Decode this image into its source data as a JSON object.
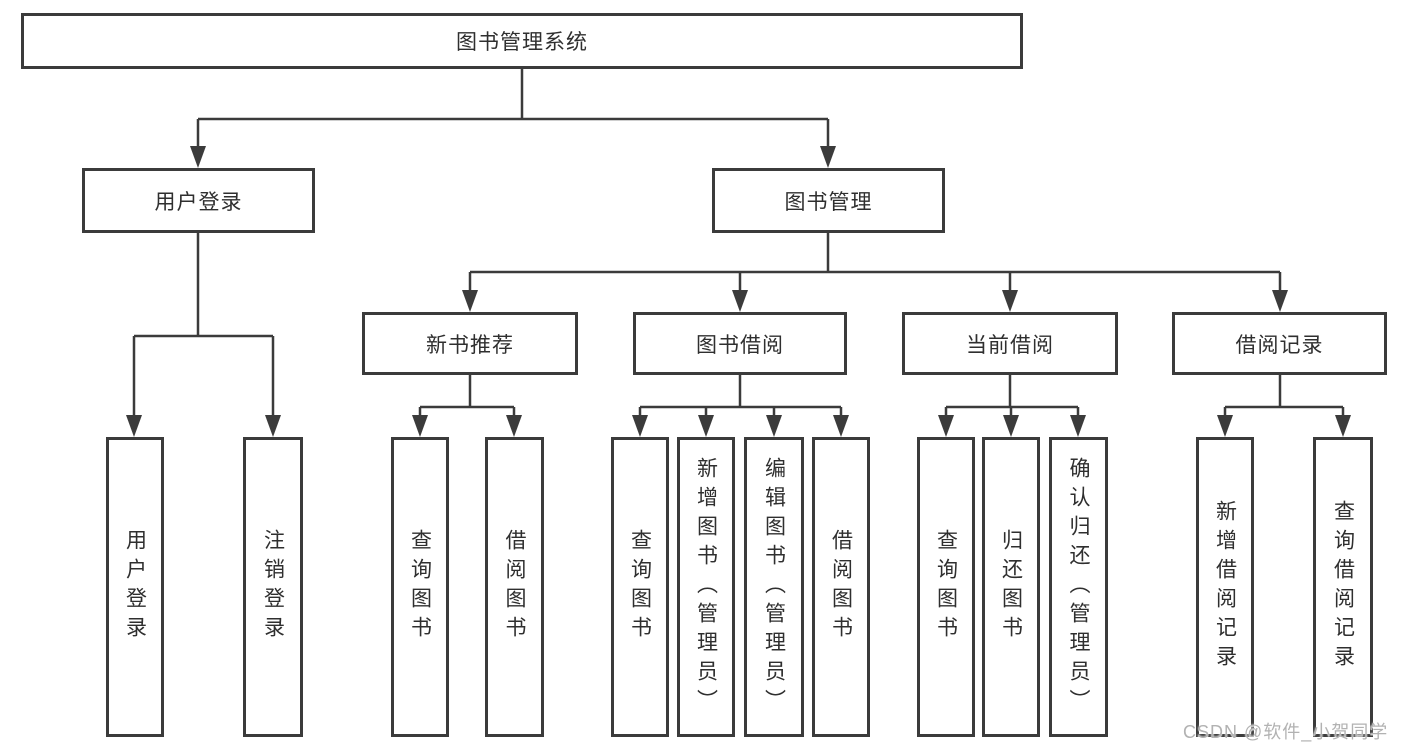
{
  "tree": {
    "root": {
      "label": "图书管理系统",
      "children": [
        {
          "label": "用户登录",
          "children": [
            {
              "label": "用户登录"
            },
            {
              "label": "注销登录"
            }
          ]
        },
        {
          "label": "图书管理",
          "children": [
            {
              "label": "新书推荐",
              "children": [
                {
                  "label": "查询图书"
                },
                {
                  "label": "借阅图书"
                }
              ]
            },
            {
              "label": "图书借阅",
              "children": [
                {
                  "label": "查询图书"
                },
                {
                  "label": "新增图书（管理员）"
                },
                {
                  "label": "编辑图书（管理员）"
                },
                {
                  "label": "借阅图书"
                }
              ]
            },
            {
              "label": "当前借阅",
              "children": [
                {
                  "label": "查询图书"
                },
                {
                  "label": "归还图书"
                },
                {
                  "label": "确认归还（管理员）"
                }
              ]
            },
            {
              "label": "借阅记录",
              "children": [
                {
                  "label": "新增借阅记录"
                },
                {
                  "label": "查询借阅记录"
                }
              ]
            }
          ]
        }
      ]
    }
  },
  "watermark": {
    "text": "CSDN @软件_小贺同学"
  },
  "colors": {
    "line": "#3b3b3b",
    "box_border": "#3b3b3b",
    "box_fill": "#ffffff",
    "text": "#2f2f2f",
    "watermark": "#b2b2b2",
    "background": "#ffffff"
  }
}
